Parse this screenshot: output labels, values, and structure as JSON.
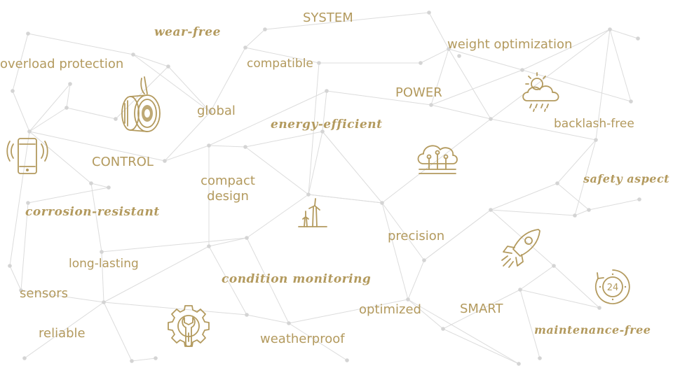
{
  "colors": {
    "accent": "#b39a5e",
    "line": "#dcdcdc",
    "dot": "#d4d4d4",
    "background": "#ffffff"
  },
  "terms": {
    "system": "SYSTEM",
    "wear_free": "wear-free",
    "overload_protection": "overload protection",
    "compatible": "compatible",
    "weight_optimization": "weight optimization",
    "power": "POWER",
    "global": "global",
    "energy_efficient": "energy-efficient",
    "backlash_free": "backlash-free",
    "control": "CONTROL",
    "compact_design": "compact design",
    "safety_aspect": "safety aspect",
    "corrosion_resistant": "corrosion-resistant",
    "precision": "precision",
    "long_lasting": "long-lasting",
    "condition_monitoring": "condition monitoring",
    "sensors": "sensors",
    "optimized": "optimized",
    "smart": "SMART",
    "reliable": "reliable",
    "weatherproof": "weatherproof",
    "maintenance_free": "maintenance-free"
  },
  "icons": [
    "brake-component-icon",
    "smartphone-icon",
    "weather-cloud-icon",
    "cloud-network-icon",
    "wind-turbine-icon",
    "rocket-icon",
    "24-hours-icon",
    "wrench-gear-icon"
  ]
}
